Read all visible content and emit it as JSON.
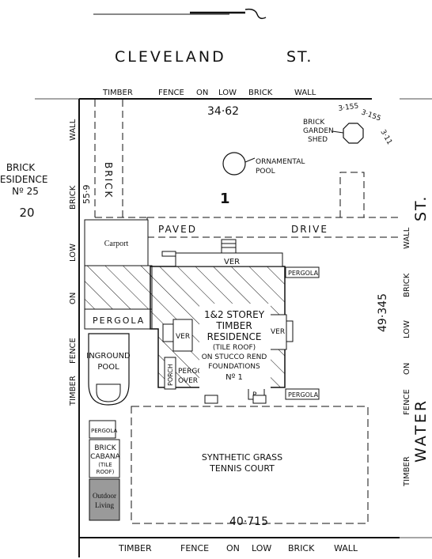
{
  "streets": {
    "north": "CLEVELAND",
    "north_suffix": "ST.",
    "east": "WATER",
    "east_suffix": "ST."
  },
  "boundary": {
    "north": [
      "TIMBER",
      "FENCE",
      "ON",
      "LOW",
      "BRICK",
      "WALL"
    ],
    "south": [
      "TIMBER",
      "FENCE",
      "ON",
      "LOW",
      "BRICK",
      "WALL"
    ],
    "west": [
      "TIMBER",
      "FENCE",
      "ON",
      "LOW",
      "BRICK",
      "WALL"
    ],
    "east": [
      "TIMBER",
      "FENCE",
      "ON",
      "LOW",
      "BRICK",
      "WALL"
    ]
  },
  "dimensions": {
    "north": "34·62",
    "south": "40·715",
    "east": "49·345",
    "west": "55·9",
    "corner_1": "3·155",
    "corner_2": "3·155",
    "corner_3": "3·11"
  },
  "lot_number": "1",
  "neighbour": {
    "line1": "BRICK",
    "line2": "RESIDENCE",
    "line3": "Nº 25",
    "lot": "20"
  },
  "features": {
    "shed": [
      "BRICK",
      "GARDEN",
      "SHED"
    ],
    "pool": [
      "ORNAMENTAL",
      "POOL"
    ],
    "brick_path": "BRICK",
    "carport": "Carport",
    "paved_drive": [
      "PAVED",
      "DRIVE"
    ],
    "pergola_main": "PERGOLA",
    "inground_pool": [
      "INGROUND",
      "POOL"
    ],
    "small_pergola": "PERGOLA",
    "cabana": [
      "BRICK",
      "CABANA",
      "(TILE",
      "ROOF)"
    ],
    "outdoor_living": [
      "Outdoor",
      "Living"
    ],
    "tennis": [
      "SYNTHETIC GRASS",
      "TENNIS COURT"
    ],
    "ver_north": "VER",
    "ver_west": "VER",
    "ver_east": "VER",
    "pergola_ne": "PERGOLA",
    "pergola_se": "PERGOLA",
    "porch": "PORCH",
    "pergola_over": [
      "PERGOLA",
      "OVER"
    ],
    "p_label": "P"
  },
  "house": [
    "1&2 STOREY",
    "TIMBER",
    "RESIDENCE",
    "(TILE ROOF)",
    "ON STUCCO REND",
    "FOUNDATIONS",
    "Nº 1"
  ],
  "colors": {
    "ink": "#111111",
    "outdoor_fill": "#9a9a9a"
  }
}
